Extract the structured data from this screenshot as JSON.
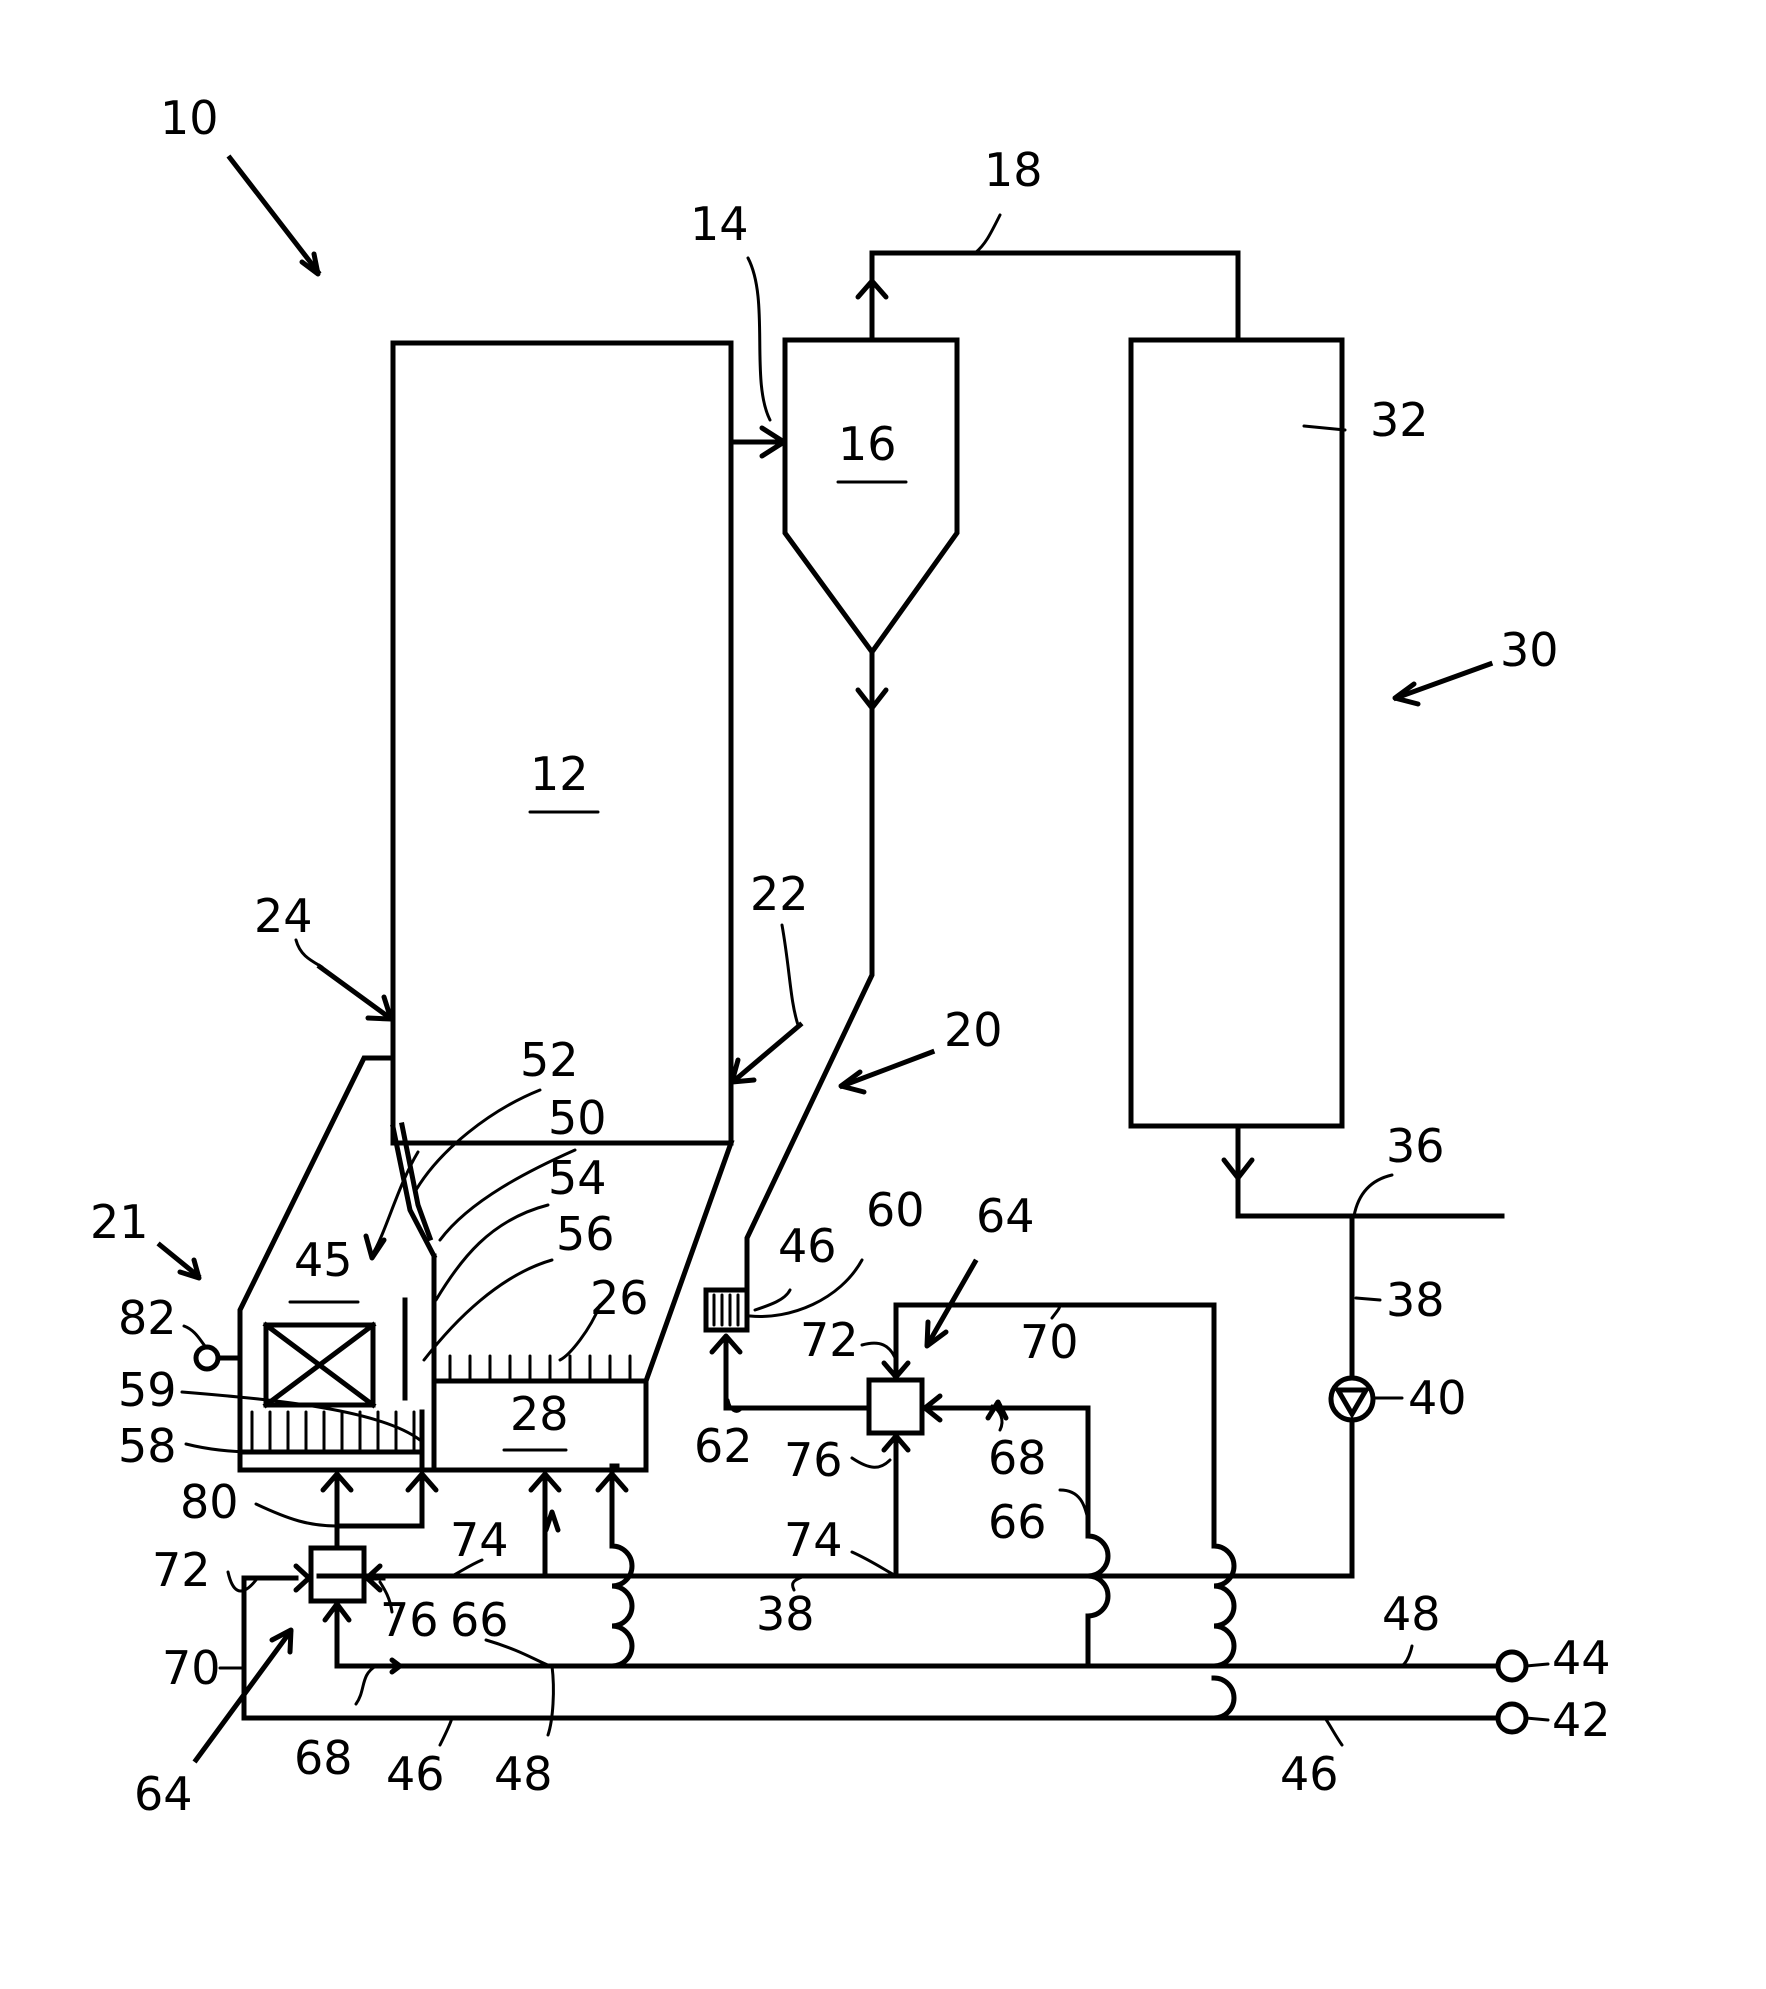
{
  "figure": {
    "labels": {
      "l10": "10",
      "l12": "12",
      "l14": "14",
      "l16": "16",
      "l18": "18",
      "l20": "20",
      "l21": "21",
      "l22": "22",
      "l24": "24",
      "l26": "26",
      "l28": "28",
      "l30": "30",
      "l32": "32",
      "l36": "36",
      "l38a": "38",
      "l38b": "38",
      "l40": "40",
      "l42": "42",
      "l44": "44",
      "l45": "45",
      "l46a": "46",
      "l46b": "46",
      "l46c": "46",
      "l48a": "48",
      "l48b": "48",
      "l50": "50",
      "l52": "52",
      "l54": "54",
      "l56": "56",
      "l58": "58",
      "l59": "59",
      "l60": "60",
      "l62": "62",
      "l64a": "64",
      "l64b": "64",
      "l66a": "66",
      "l66b": "66",
      "l68a": "68",
      "l68b": "68",
      "l70a": "70",
      "l70b": "70",
      "l72a": "72",
      "l72b": "72",
      "l74a": "74",
      "l74b": "74",
      "l76a": "76",
      "l76b": "76",
      "l80": "80",
      "l82": "82"
    }
  }
}
